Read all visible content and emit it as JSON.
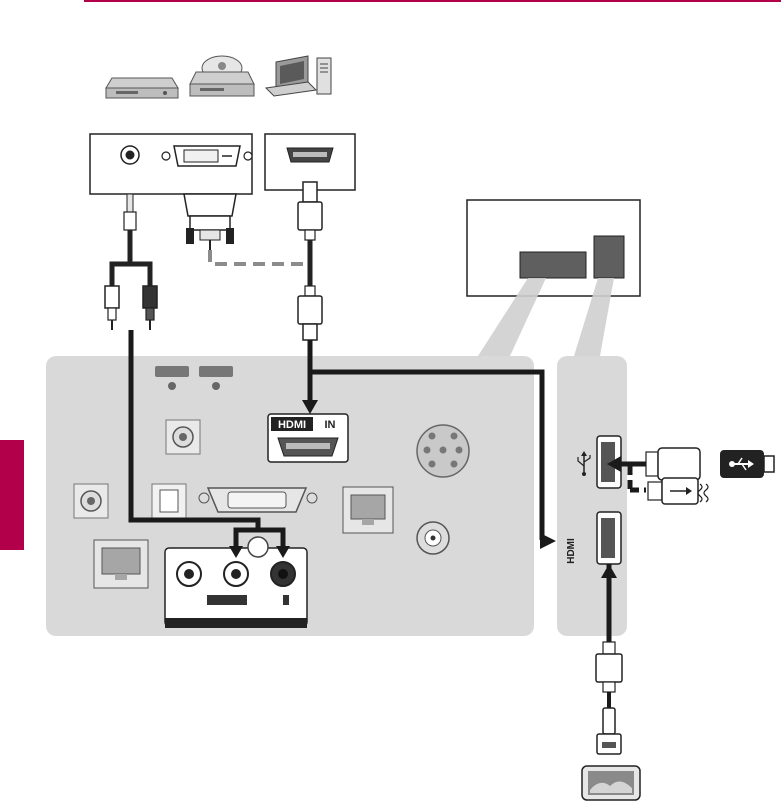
{
  "labels": {
    "hdmi_in_word": "HDMI",
    "hdmi_in_suffix": "IN",
    "side_hdmi_label": "HDMI"
  },
  "icons": [
    "dvd-player-icon",
    "blu-ray-player-icon",
    "laptop-icon",
    "desktop-tower-icon",
    "usb-stick-icon",
    "usb-cable-icon",
    "usb-symbol-icon",
    "smartphone-icon"
  ],
  "colors": {
    "accent": "#b3004a",
    "panel": "#d9d9d9",
    "cable": "#1a1a1a"
  }
}
